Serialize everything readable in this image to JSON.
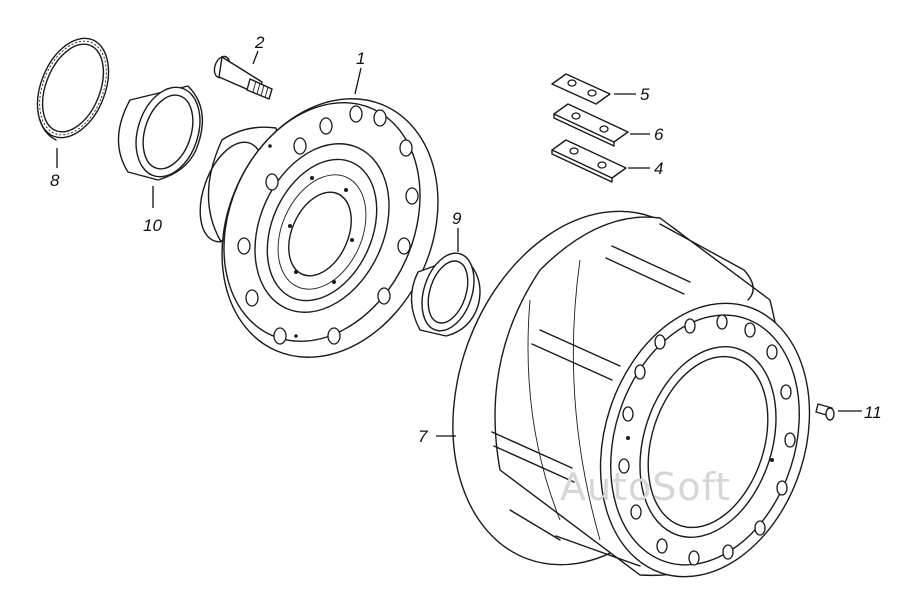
{
  "diagram": {
    "type": "exploded-parts-drawing",
    "watermark": "AutoSoft",
    "parts": [
      {
        "id": "1",
        "label": "1",
        "depicts": "wheel-hub"
      },
      {
        "id": "2",
        "label": "2",
        "depicts": "wheel-stud"
      },
      {
        "id": "4",
        "label": "4",
        "depicts": "lock-plate"
      },
      {
        "id": "5",
        "label": "5",
        "depicts": "lock-plate"
      },
      {
        "id": "6",
        "label": "6",
        "depicts": "lock-plate"
      },
      {
        "id": "7",
        "label": "7",
        "depicts": "brake-drum"
      },
      {
        "id": "8",
        "label": "8",
        "depicts": "seal-ring"
      },
      {
        "id": "9",
        "label": "9",
        "depicts": "bearing-race"
      },
      {
        "id": "10",
        "label": "10",
        "depicts": "bearing-race"
      },
      {
        "id": "11",
        "label": "11",
        "depicts": "screw"
      }
    ]
  }
}
